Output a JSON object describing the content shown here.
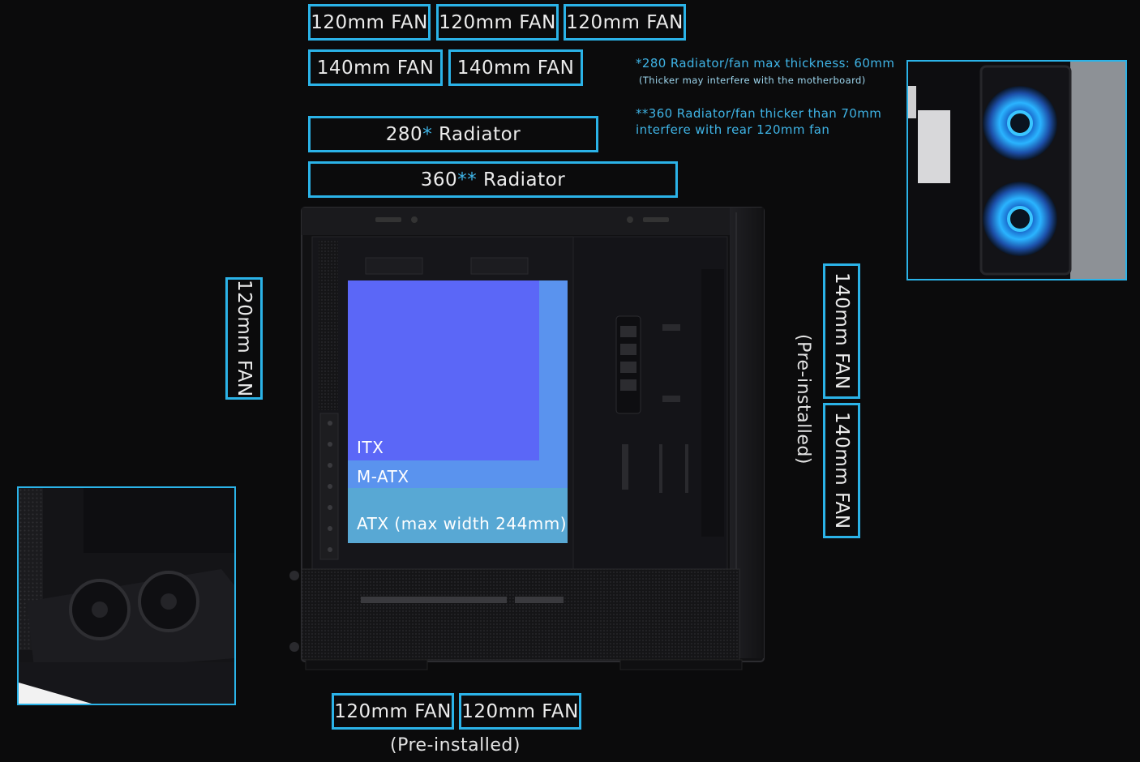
{
  "top_fans": {
    "row1": [
      "120mm FAN",
      "120mm FAN",
      "120mm FAN"
    ],
    "row2": [
      "140mm FAN",
      "140mm FAN"
    ]
  },
  "radiators": {
    "r280_prefix": "280",
    "r280_star": "*",
    "r280_suffix": " Radiator",
    "r360_prefix": "360",
    "r360_star": "**",
    "r360_suffix": " Radiator"
  },
  "notes": {
    "note1": "*280 Radiator/fan max thickness: 60mm",
    "note1_sub": "(Thicker may interfere with the motherboard)",
    "note2_line1": "**360 Radiator/fan thicker than 70mm",
    "note2_line2": "interfere with rear 120mm fan"
  },
  "rear_fan": "120mm FAN",
  "front_fans": [
    "140mm FAN",
    "140mm FAN"
  ],
  "front_preinstalled": "(Pre-installed)",
  "bottom_fans": [
    "120mm FAN",
    "120mm FAN"
  ],
  "bottom_preinstalled": "(Pre-installed)",
  "motherboard": {
    "itx": "ITX",
    "matx": "M-ATX",
    "atx": "ATX (max width 244mm)",
    "colors": {
      "itx": "#5b67f7",
      "matx": "#5a93ee",
      "atx": "#58a8d4"
    }
  },
  "accent_color": "#2bb3e8"
}
